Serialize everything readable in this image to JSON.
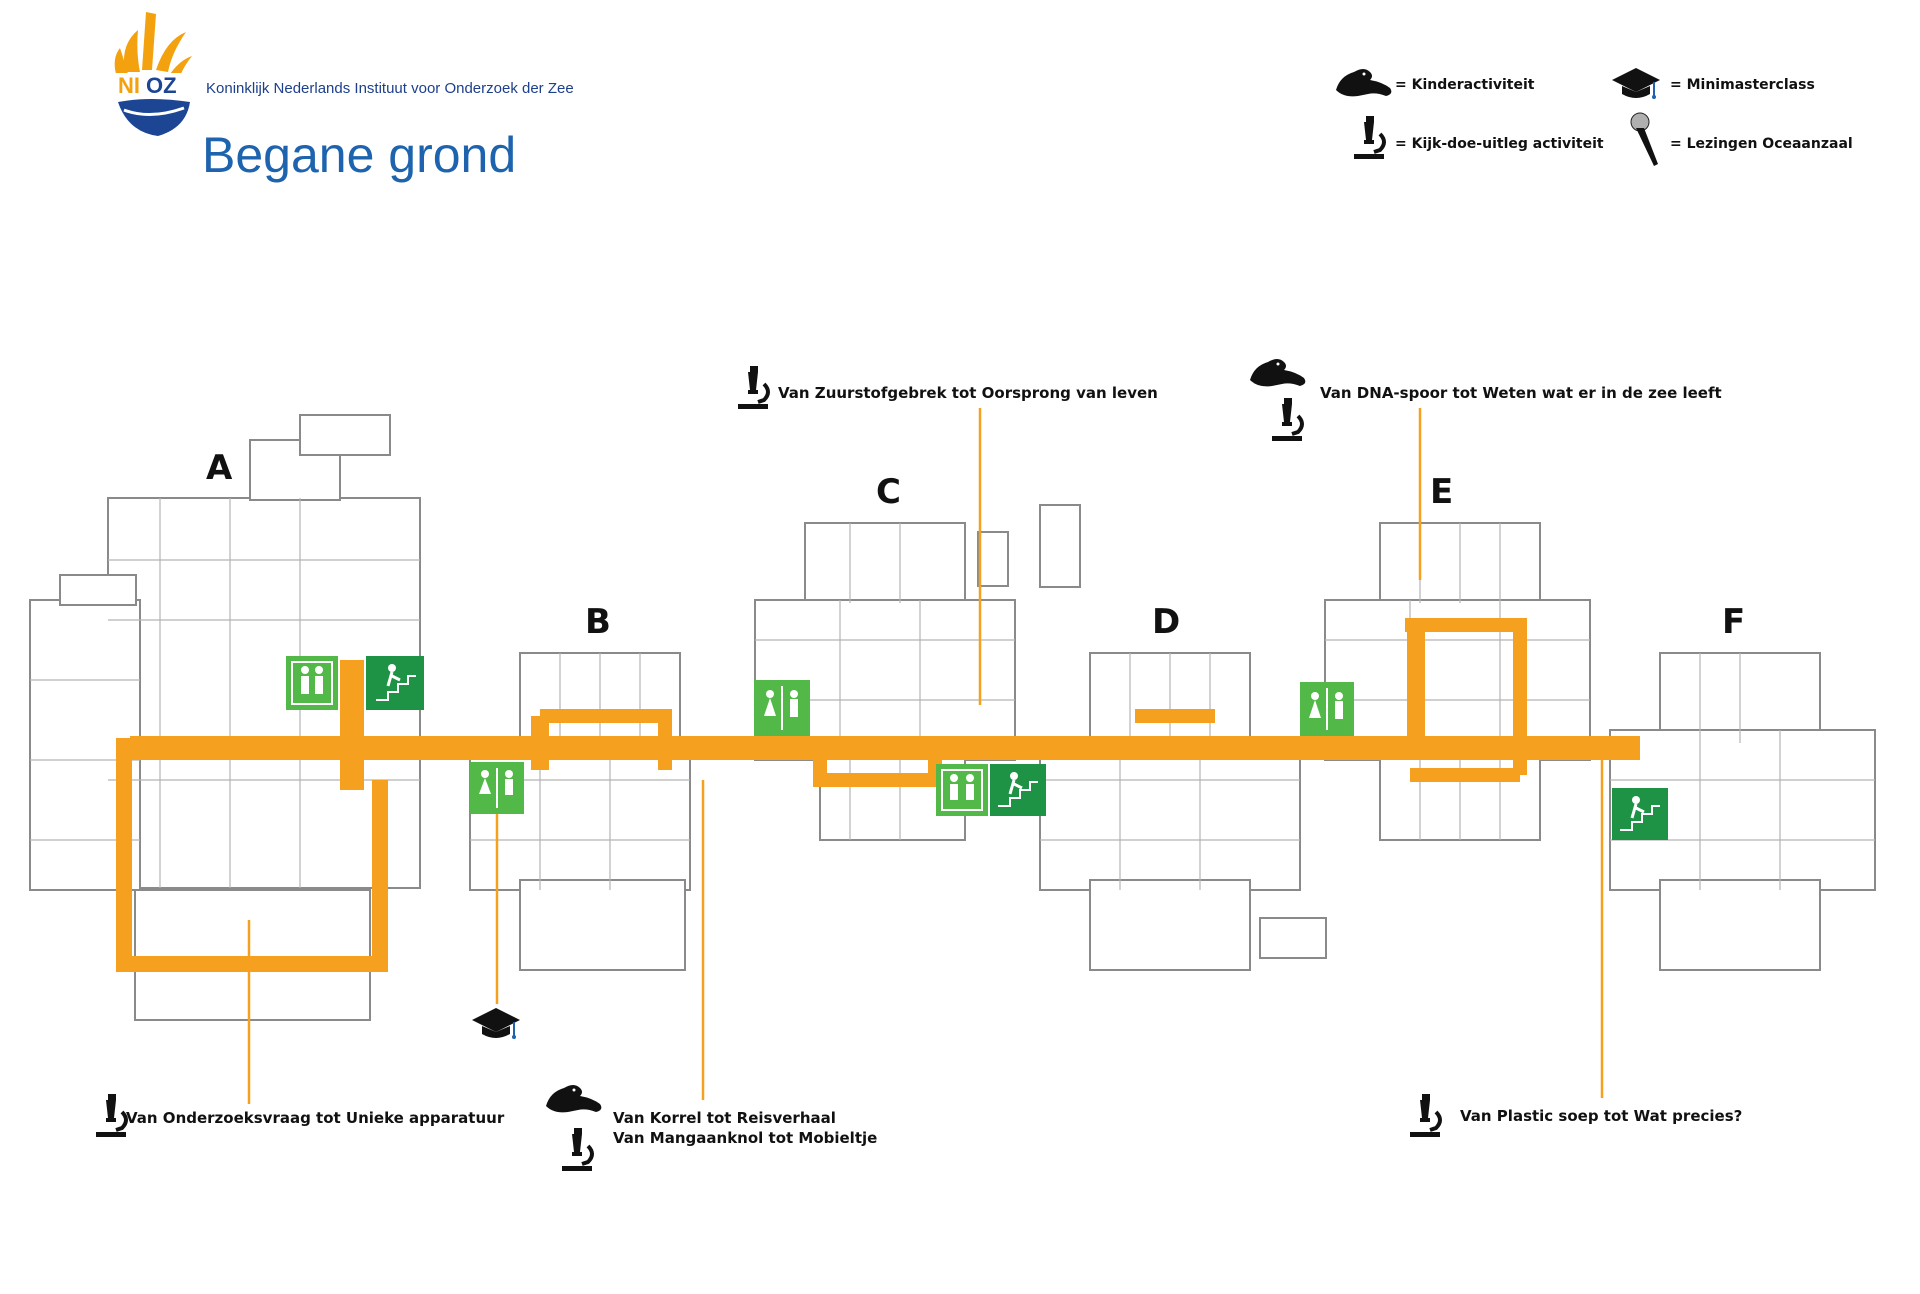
{
  "header": {
    "logo_text": "NIOZ",
    "institute": "Koninklijk Nederlands Instituut voor Onderzoek der Zee",
    "title": "Begane grond"
  },
  "legend": [
    {
      "icon": "seal-icon",
      "label": "= Kinderactiviteit"
    },
    {
      "icon": "microscope-icon",
      "label": "= Kijk-doe-uitleg activiteit"
    },
    {
      "icon": "graduation-cap-icon",
      "label": "= Minimasterclass"
    },
    {
      "icon": "microphone-icon",
      "label": "= Lezingen Oceaanzaal"
    }
  ],
  "wings": [
    "A",
    "B",
    "C",
    "D",
    "E",
    "F"
  ],
  "activities": {
    "zuurstof": "Van Zuurstofgebrek tot Oorsprong van leven",
    "dna": "Van DNA-spoor tot Weten wat er in de zee leeft",
    "onderzoek": "Van Onderzoeksvraag tot Unieke apparatuur",
    "korrel": "Van Korrel tot Reisverhaal",
    "mangaan": "Van Mangaanknol tot Mobieltje",
    "plastic": "Van Plastic soep tot Wat precies?"
  },
  "colors": {
    "route": "#f5a01e",
    "toilet_sign": "#52b848",
    "exit_sign": "#1f9345",
    "title_blue": "#1d63ad",
    "logo_orange": "#f4a10f",
    "logo_blue": "#1c4594",
    "wall": "#8a8a8a"
  }
}
